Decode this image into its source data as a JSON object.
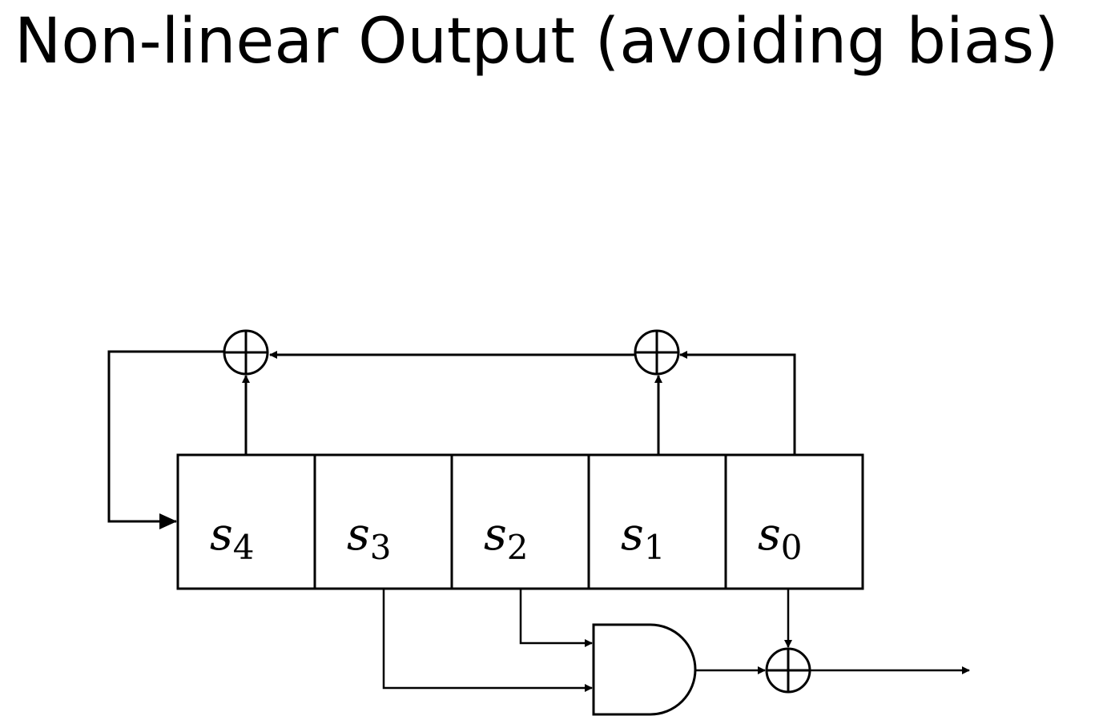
{
  "slide": {
    "title": "Non-linear Output (avoiding bias)"
  },
  "register": {
    "cells": [
      {
        "var": "s",
        "sub": "4"
      },
      {
        "var": "s",
        "sub": "3"
      },
      {
        "var": "s",
        "sub": "2"
      },
      {
        "var": "s",
        "sub": "1"
      },
      {
        "var": "s",
        "sub": "0"
      }
    ]
  },
  "colors": {
    "line": "#000000",
    "background": "#ffffff"
  }
}
